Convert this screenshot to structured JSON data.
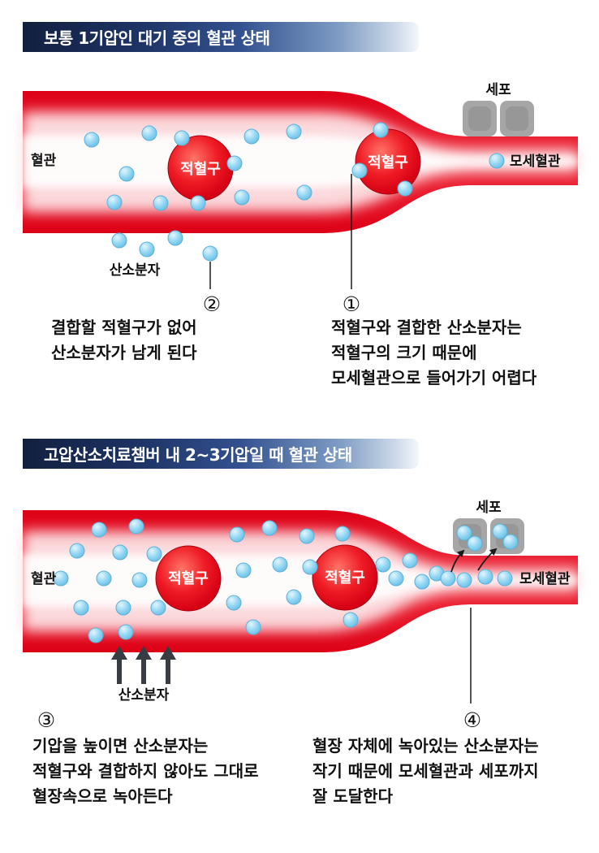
{
  "panel1": {
    "title": "보통 1기압인 대기 중의 혈관 상태",
    "labels": {
      "vessel": "혈관",
      "rbc": "적혈구",
      "oxygen": "산소분자",
      "cell": "세포",
      "capillary": "모세혈관"
    },
    "annotations": [
      {
        "num": "②",
        "text": "결합할 적혈구가 없어\n산소분자가 남게 된다"
      },
      {
        "num": "①",
        "text": "적혈구와 결합한 산소분자는\n적혈구의 크기 때문에\n모세혈관으로 들어가기 어렵다"
      }
    ]
  },
  "panel2": {
    "title": "고압산소치료챔버 내 2~3기압일 때 혈관 상태",
    "labels": {
      "vessel": "혈관",
      "rbc": "적혈구",
      "oxygen": "산소분자",
      "cell": "세포",
      "capillary": "모세혈관"
    },
    "annotations": [
      {
        "num": "③",
        "text": "기압을 높이면 산소분자는\n적혈구와 결합하지 않아도 그대로\n혈장속으로 녹아든다"
      },
      {
        "num": "④",
        "text": "혈장 자체에 녹아있는 산소분자는\n작기 때문에 모세혈관과 세포까지\n잘 도달한다"
      }
    ]
  },
  "colors": {
    "banner_navy": "#1e3466",
    "vessel_red": "#e60012",
    "oxygen_blue": "#8fd4f2",
    "rbc_red": "#e8101f",
    "cell_gray": "#a6a6a6"
  }
}
